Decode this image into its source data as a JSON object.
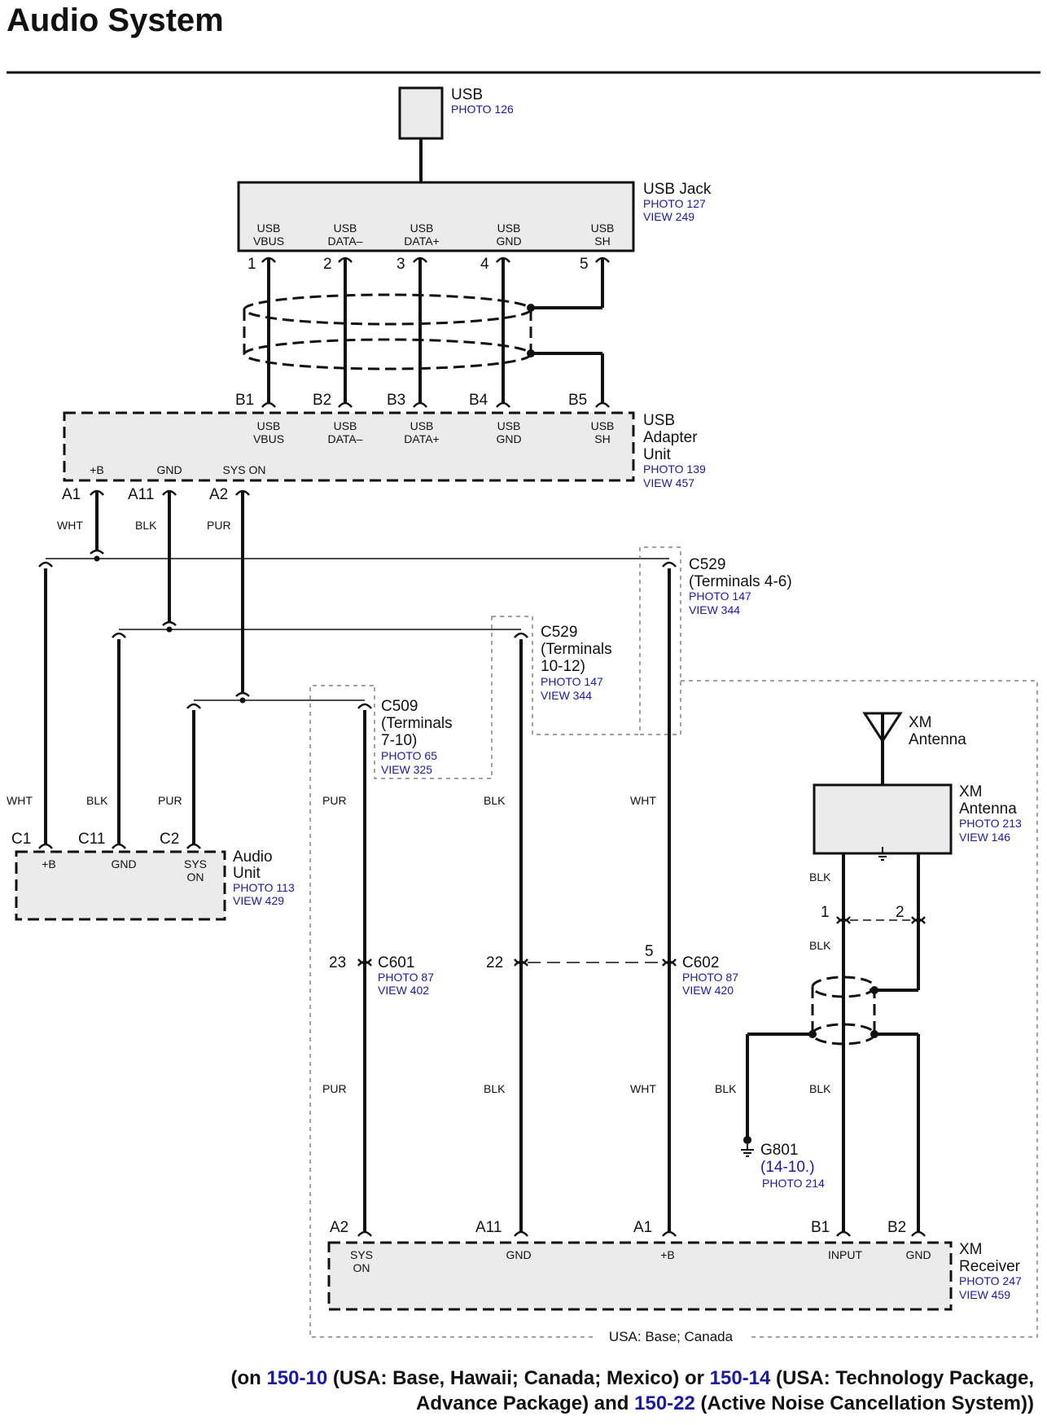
{
  "title": "Audio System",
  "usb": {
    "name": "USB",
    "photo": "PHOTO 126"
  },
  "usb_jack": {
    "name": "USB Jack",
    "photo": "PHOTO 127",
    "view": "VIEW 249",
    "pins": [
      {
        "num": "1",
        "l1": "USB",
        "l2": "VBUS"
      },
      {
        "num": "2",
        "l1": "USB",
        "l2": "DATA–"
      },
      {
        "num": "3",
        "l1": "USB",
        "l2": "DATA+"
      },
      {
        "num": "4",
        "l1": "USB",
        "l2": "GND"
      },
      {
        "num": "5",
        "l1": "USB",
        "l2": "SH"
      }
    ]
  },
  "usb_adapter": {
    "name1": "USB",
    "name2": "Adapter",
    "name3": "Unit",
    "photo": "PHOTO 139",
    "view": "VIEW 457",
    "top_pins": [
      "B1",
      "B2",
      "B3",
      "B4",
      "B5"
    ],
    "top_labels": [
      {
        "l1": "USB",
        "l2": "VBUS"
      },
      {
        "l1": "USB",
        "l2": "DATA–"
      },
      {
        "l1": "USB",
        "l2": "DATA+"
      },
      {
        "l1": "USB",
        "l2": "GND"
      },
      {
        "l1": "USB",
        "l2": "SH"
      }
    ],
    "bottom_labels": [
      "+B",
      "GND",
      "SYS ON"
    ],
    "bottom_pins": [
      "A1",
      "A11",
      "A2"
    ]
  },
  "wire_colors": {
    "wht": "WHT",
    "blk": "BLK",
    "pur": "PUR"
  },
  "c529_a": {
    "name": "C529",
    "sub": "(Terminals 4-6)",
    "photo": "PHOTO 147",
    "view": "VIEW 344"
  },
  "c529_b": {
    "name": "C529",
    "sub1": "(Terminals",
    "sub2": "10-12)",
    "photo": "PHOTO 147",
    "view": "VIEW 344"
  },
  "c509": {
    "name": "C509",
    "sub1": "(Terminals",
    "sub2": "7-10)",
    "photo": "PHOTO 65",
    "view": "VIEW 325"
  },
  "audio_unit": {
    "name1": "Audio",
    "name2": "Unit",
    "photo": "PHOTO 113",
    "view": "VIEW 429",
    "pins": [
      "C1",
      "C11",
      "C2"
    ],
    "labels": [
      "+B",
      "GND",
      "SYS",
      "ON"
    ]
  },
  "c601": {
    "name": "C601",
    "pin": "23",
    "photo": "PHOTO 87",
    "view": "VIEW 402"
  },
  "c602": {
    "name": "C602",
    "pin_blk": "22",
    "pin_wht": "5",
    "photo": "PHOTO 87",
    "view": "VIEW 420"
  },
  "xm_antenna_symbol": {
    "l1": "XM",
    "l2": "Antenna"
  },
  "xm_antenna": {
    "l1": "XM",
    "l2": "Antenna",
    "photo": "PHOTO 213",
    "view": "VIEW 146",
    "pin1": "1",
    "pin2": "2"
  },
  "g801": {
    "name": "G801",
    "ref": "(14-10.)",
    "photo": "PHOTO 214"
  },
  "xm_receiver": {
    "l1": "XM",
    "l2": "Receiver",
    "photo": "PHOTO 247",
    "view": "VIEW 459",
    "pins": [
      "A2",
      "A11",
      "A1",
      "B1",
      "B2"
    ],
    "labels": [
      "SYS",
      "ON",
      "GND",
      "+B",
      "INPUT",
      "GND"
    ]
  },
  "zone_label": "USA: Base; Canada",
  "footer": {
    "l1a": "(on ",
    "l1b": "150-10",
    "l1c": " (USA: Base, Hawaii; Canada; Mexico) or ",
    "l1d": "150-14",
    "l1e": " (USA: Technology Package,",
    "l2a": "Advance Package) and ",
    "l2b": "150-22",
    "l2c": " (Active Noise Cancellation System))"
  }
}
